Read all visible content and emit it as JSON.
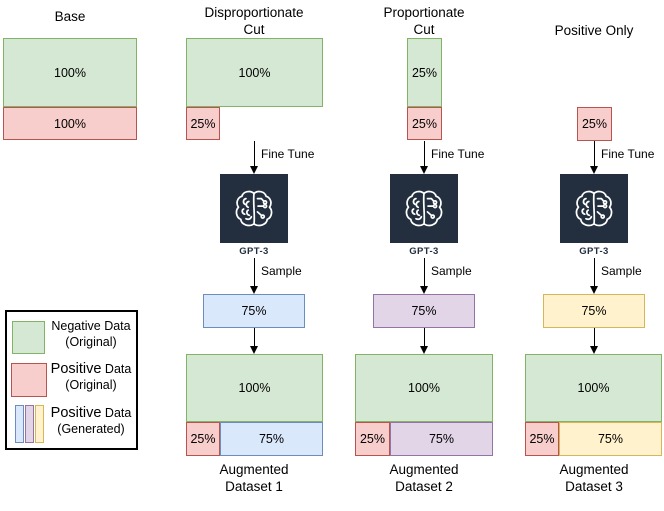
{
  "colors": {
    "negative_fill": "#d5e8d4",
    "negative_stroke": "#82b366",
    "positive_fill": "#f8cecc",
    "positive_stroke": "#b85450",
    "generated_blue_fill": "#dae8fc",
    "generated_blue_stroke": "#6c8ebf",
    "generated_purple_fill": "#e1d5e7",
    "generated_purple_stroke": "#9673a6",
    "generated_yellow_fill": "#fff2cc",
    "generated_yellow_stroke": "#d6b656",
    "model_background": "#232f3e"
  },
  "columns": {
    "base": {
      "title": "Base",
      "negative_pct": "100%",
      "positive_pct": "100%"
    },
    "disproportionate": {
      "title_line1": "Disproportionate",
      "title_line2": "Cut",
      "negative_pct": "100%",
      "positive_pct": "25%",
      "finetune_label": "Fine Tune",
      "model_label": "GPT-3",
      "sample_label": "Sample",
      "generated_pct": "75%",
      "aug_negative_pct": "100%",
      "aug_positive_pct": "25%",
      "aug_generated_pct": "75%",
      "caption_line1": "Augmented",
      "caption_line2": "Dataset 1"
    },
    "proportionate": {
      "title_line1": "Proportionate",
      "title_line2": "Cut",
      "negative_pct": "25%",
      "positive_pct": "25%",
      "finetune_label": "Fine Tune",
      "model_label": "GPT-3",
      "sample_label": "Sample",
      "generated_pct": "75%",
      "aug_negative_pct": "100%",
      "aug_positive_pct": "25%",
      "aug_generated_pct": "75%",
      "caption_line1": "Augmented",
      "caption_line2": "Dataset 2"
    },
    "positive_only": {
      "title": "Positive Only",
      "positive_pct": "25%",
      "finetune_label": "Fine Tune",
      "model_label": "GPT-3",
      "sample_label": "Sample",
      "generated_pct": "75%",
      "aug_negative_pct": "100%",
      "aug_positive_pct": "25%",
      "aug_generated_pct": "75%",
      "caption_line1": "Augmented",
      "caption_line2": "Dataset 3"
    }
  },
  "legend": {
    "rows": [
      {
        "w1": "Negative",
        "w2": "Data",
        "sub": "(Original)"
      },
      {
        "w1": "Positive",
        "w2": "Data",
        "sub": "(Original)"
      },
      {
        "w1": "Positive",
        "w2": "Data",
        "sub": "(Generated)"
      }
    ]
  }
}
